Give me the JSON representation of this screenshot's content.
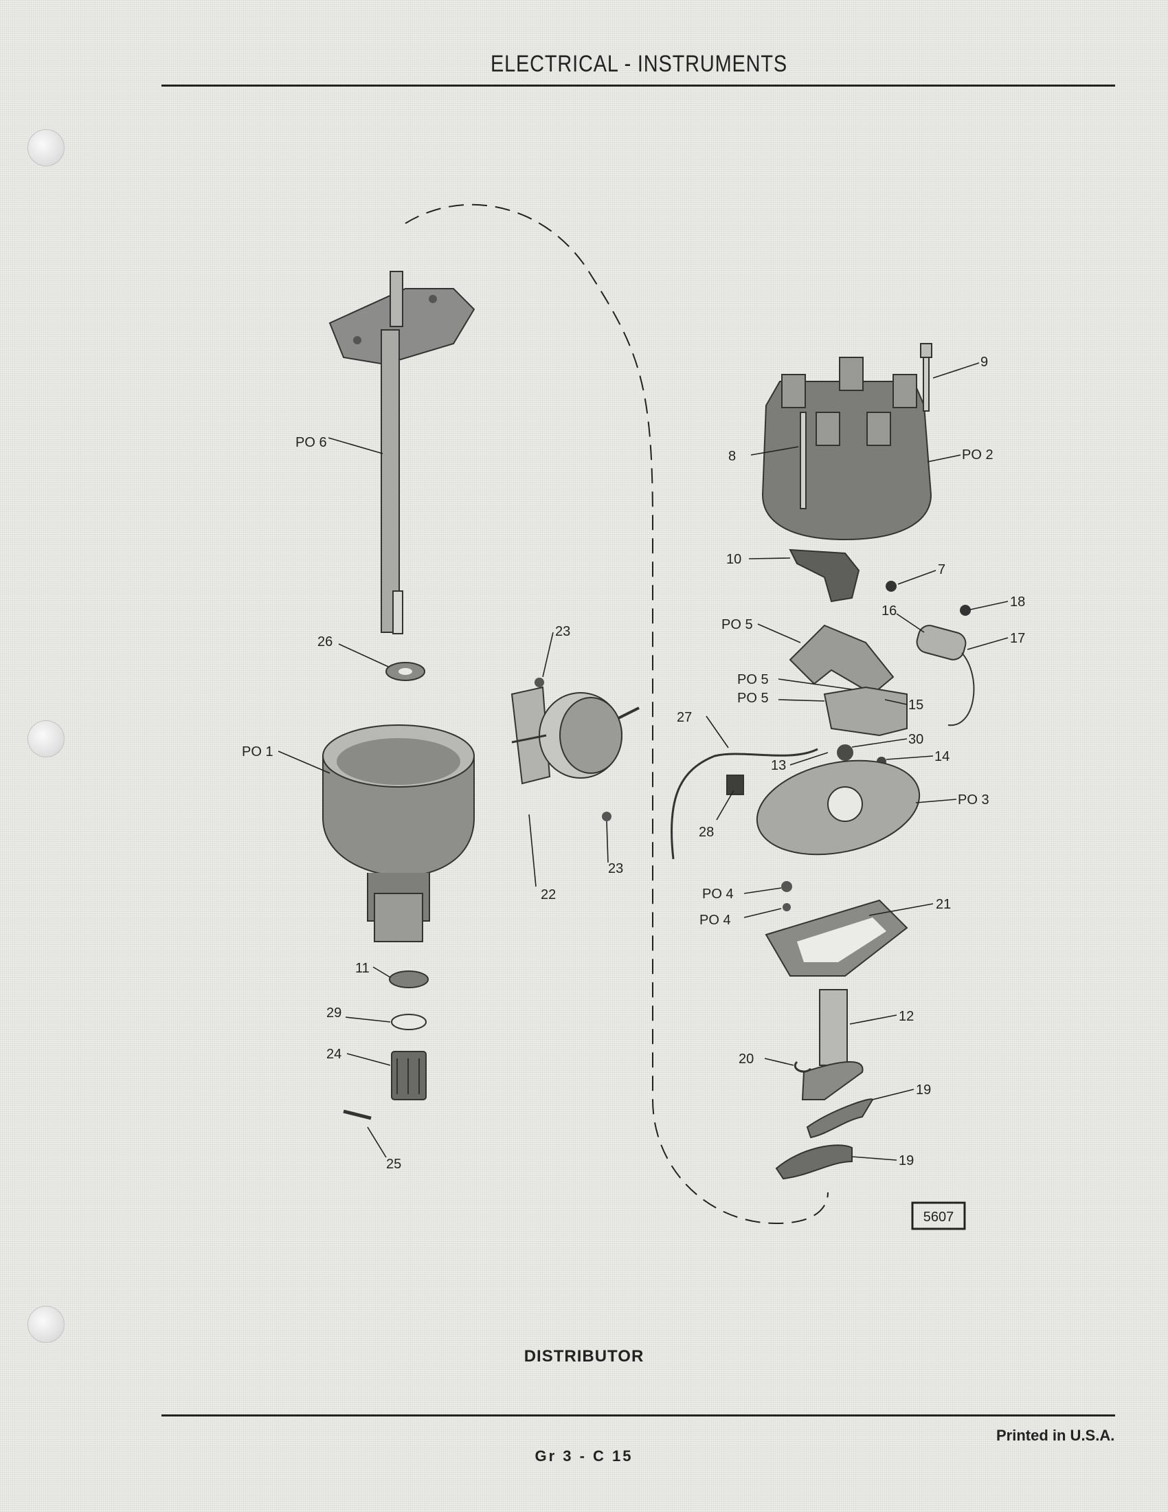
{
  "header": {
    "title": "ELECTRICAL - INSTRUMENTS"
  },
  "figure": {
    "caption": "DISTRIBUTOR",
    "figure_number": "5607",
    "callouts": {
      "po6": "PO 6",
      "po2": "PO 2",
      "po1": "PO 1",
      "po3": "PO 3",
      "po5a": "PO 5",
      "po5b": "PO 5",
      "po5c": "PO 5",
      "po4a": "PO 4",
      "po4b": "PO 4",
      "n7": "7",
      "n8": "8",
      "n9": "9",
      "n10": "10",
      "n11": "11",
      "n12": "12",
      "n13": "13",
      "n14": "14",
      "n15": "15",
      "n16": "16",
      "n17": "17",
      "n18": "18",
      "n19a": "19",
      "n19b": "19",
      "n20": "20",
      "n21": "21",
      "n22": "22",
      "n23a": "23",
      "n23b": "23",
      "n24": "24",
      "n25": "25",
      "n26": "26",
      "n27": "27",
      "n28": "28",
      "n29": "29",
      "n30": "30"
    }
  },
  "footer": {
    "printed": "Printed in U.S.A.",
    "page_ref": "Gr 3 - C 15"
  }
}
